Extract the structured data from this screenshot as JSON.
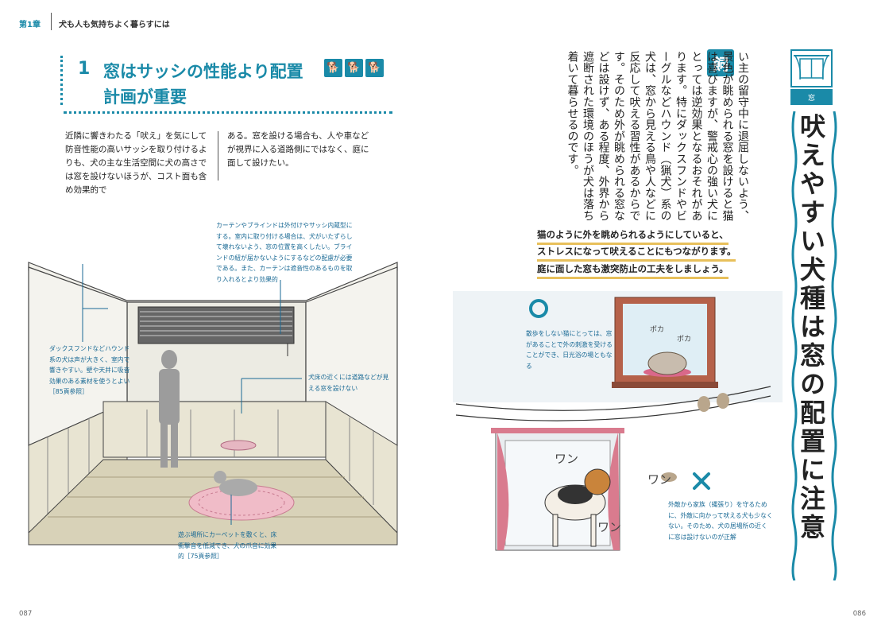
{
  "header": {
    "chapter_label": "第1章",
    "chapter_title": "犬も人も気持ちよく暮らすには"
  },
  "section": {
    "number": "1",
    "title": "窓はサッシの性能より配置計画が重要"
  },
  "body_left": "近隣に響きわたる「吠え」を気にして防音性能の高いサッシを取り付けるよりも、犬の主な生活空間に犬の高さでは窓を設けないほうが、コスト面も含め効果的で",
  "body_right": "ある。窓を設ける場合も、人や車などが視界に入る道路側にではなく、庭に面して設けたい。",
  "annotations": {
    "curtain": "カーテンやブラインドは外付けやサッシ内蔵型にする。室内に取り付ける場合は、犬がいたずらして壊れないよう、窓の位置を高くしたい。ブラインドの紐が届かないようにするなどの配慮が必要である。また、カーテンは遮音性のあるものを取り入れるとより効果的",
    "dachshund": "ダックスフンドなどハウンド系の犬は声が大きく、室内で響きやすい。壁や天井に吸音効果のある素材を使うとよい［85頁参照］",
    "floor_window": "犬床の近くには道路などが見える窓を設けない",
    "carpet": "遊ぶ場所にカーペットを敷くと、床衝撃音を低減でき、犬の爪音に効果的［75頁参照］",
    "good": "散歩をしない猫にとっては、窓があることで外の刺激を受けることができ、日光浴の場ともなる",
    "bad": "外敵から家族（縄張り）を守るために、外敵に向かって吠える犬も少なくない。そのため、犬の居場所の近くに窓は設けないのが正解"
  },
  "page_left": "087",
  "page_right": "086",
  "right_page": {
    "category": "窓",
    "category_icon": "window-icon",
    "kai_char": "飼",
    "intro": "い主の留守中に退屈しないよう、景色が眺められる窓を設けると猫は喜びますが、警戒心の強い犬にとっては逆効果となるおそれがあります。特にダックスフンドやビーグルなどハウンド（猟犬）系の犬は、窓から見える鳥や人などに反応して吠える習性があるからです。そのため外が眺められる窓などは設けず、ある程度、外界から遮断された環境のほうが犬は落ち着いて暮らせるのです。",
    "big_title": "吠えやすい犬種は窓の配置に注意",
    "highlights": [
      "猫のように外を眺められるようにしていると、",
      "ストレスになって吠えることにもつながります。",
      "庭に面した窓も激突防止の工夫をしましょう。"
    ],
    "illus_text": {
      "poka1": "ポカ",
      "poka2": "ポカ",
      "wan1": "ワン",
      "wan2": "ワン",
      "wan3": "ワン"
    }
  },
  "colors": {
    "accent": "#1a8aa8",
    "highlight": "#e8c05b",
    "curtain": "#d97b8e",
    "wall": "#ecebe3"
  }
}
